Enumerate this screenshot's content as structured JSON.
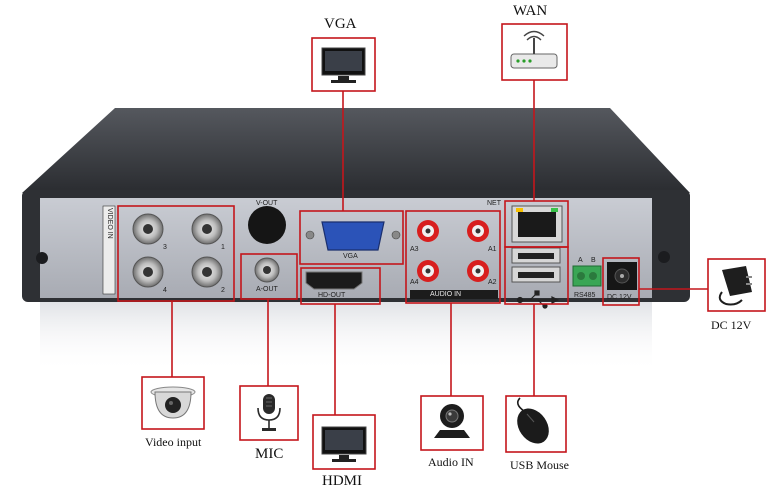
{
  "callouts": {
    "vga": "VGA",
    "wan": "WAN",
    "dc": "DC 12V",
    "video_input": "Video input",
    "mic": "MIC",
    "hdmi": "HDMI",
    "audio_in": "Audio IN",
    "usb_mouse": "USB Mouse"
  },
  "panel_labels": {
    "video_in": "VIDEO IN",
    "v_out": "V-OUT",
    "a_out": "A-OUT",
    "hd_out": "HD-OUT",
    "vga": "VGA",
    "audio_in": "AUDIO IN",
    "net": "NET",
    "rs485": "RS485",
    "dc12v": "DC 12V",
    "a": "A",
    "b": "B",
    "ch1": "1",
    "ch2": "2",
    "ch3": "3",
    "ch4": "4",
    "a1": "A1",
    "a2": "A2",
    "a3": "A3",
    "a4": "A4"
  },
  "colors": {
    "callout_red": "#c4161c",
    "chassis": "#2e3034",
    "panel": "#b9bcc3",
    "rca_red": "#d81e1e",
    "vga_blue": "#2b53b8",
    "terminal_green": "#3aa655"
  },
  "icons": [
    "monitor-icon",
    "router-icon",
    "power-adapter-icon",
    "dome-camera-icon",
    "microphone-icon",
    "webcam-icon",
    "mouse-icon"
  ]
}
